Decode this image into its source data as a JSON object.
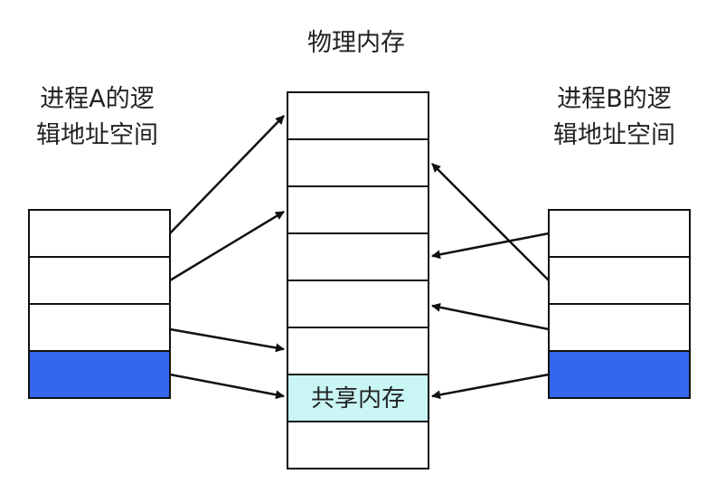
{
  "physical_memory": {
    "title": "物理内存",
    "shared_label": "共享内存",
    "shared_color": "#c9f5f5"
  },
  "process_a": {
    "label_line1": "进程A的逻",
    "label_line2": "辑地址空间",
    "shared_page_color": "#3466f0"
  },
  "process_b": {
    "label_line1": "进程B的逻",
    "label_line2": "辑地址空间",
    "shared_page_color": "#3466f0"
  }
}
